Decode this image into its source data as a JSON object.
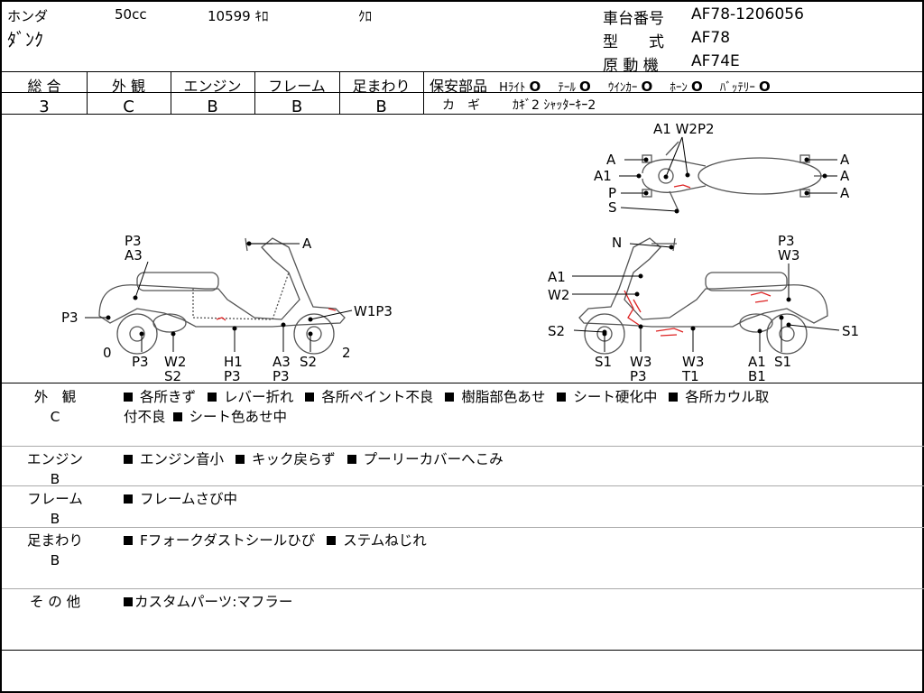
{
  "header": {
    "maker": "ホンダ",
    "displacement": "50cc",
    "mileage": "10599 ｷﾛ",
    "color": "ｸﾛ",
    "model_name": "ﾀﾞﾝｸ",
    "frame_no_label": "車台番号",
    "frame_no": "AF78-1206056",
    "type_label": "型　　式",
    "type": "AF78",
    "engine_label": "原 動 機",
    "engine": "AF74E"
  },
  "grades": [
    {
      "label": "総 合",
      "value": "3"
    },
    {
      "label": "外 観",
      "value": "C"
    },
    {
      "label": "エンジン",
      "value": "B"
    },
    {
      "label": "フレーム",
      "value": "B"
    },
    {
      "label": "足まわり",
      "value": "B"
    }
  ],
  "safety": {
    "title": "保安部品",
    "items": [
      {
        "label": "Hﾗｲﾄ",
        "mark": "O"
      },
      {
        "label": "ﾃｰﾙ",
        "mark": "O"
      },
      {
        "label": "ｳｲﾝｶｰ",
        "mark": "O"
      },
      {
        "label": "ﾎｰﾝ",
        "mark": "O"
      },
      {
        "label": "ﾊﾞｯﾃﾘｰ",
        "mark": "O"
      }
    ],
    "key_label": "カ　ギ",
    "key_value": "ｶｷﾞ2 ｼｬｯﾀｰｷｰ2"
  },
  "diagram": {
    "left": {
      "p3a3_top": "P3",
      "p3a3_bot": "A3",
      "a": "A",
      "p3_left": "P3",
      "w1p3": "W1P3",
      "zero": "0",
      "two": "2",
      "b1_top": "P3",
      "b2_top": "W2",
      "b2_bot": "S2",
      "b3_top": "H1",
      "b3_bot": "P3",
      "b4_top": "A3",
      "b4_bot": "P3",
      "b5": "S2"
    },
    "top": {
      "a1w2p2": "A1 W2P2",
      "a_l": "A",
      "a1_l": "A1",
      "p_l": "P",
      "s_l": "S",
      "a_r1": "A",
      "a_r2": "A",
      "a_r3": "A"
    },
    "right": {
      "n": "N",
      "p3": "P3",
      "w3": "W3",
      "a1": "A1",
      "w2": "W2",
      "s2": "S2",
      "s1_r": "S1",
      "b1": "S1",
      "b2_top": "W3",
      "b2_bot": "P3",
      "b3_top": "W3",
      "b3_bot": "T1",
      "b4_top": "A1",
      "b4_bot": "B1",
      "b5": "S1"
    }
  },
  "sections": [
    {
      "label1": "外　観",
      "label2": "C",
      "items": [
        "各所きず",
        "レバー折れ",
        "各所ペイント不良",
        "樹脂部色あせ",
        "シート硬化中",
        "各所カウル取"
      ],
      "cont": "付不良",
      "cont_items": [
        "シート色あせ中"
      ]
    },
    {
      "label1": "エンジン",
      "label2": "B",
      "items": [
        "エンジン音小",
        "キック戻らず",
        "プーリーカバーへこみ"
      ]
    },
    {
      "label1": "フレーム",
      "label2": "B",
      "items": [
        "フレームさび中"
      ]
    },
    {
      "label1": "足まわり",
      "label2": "B",
      "items": [
        "Fフォークダストシールひび",
        "ステムねじれ"
      ]
    },
    {
      "label1": "そ の 他",
      "items": [
        "カスタムパーツ:マフラー"
      ]
    }
  ]
}
